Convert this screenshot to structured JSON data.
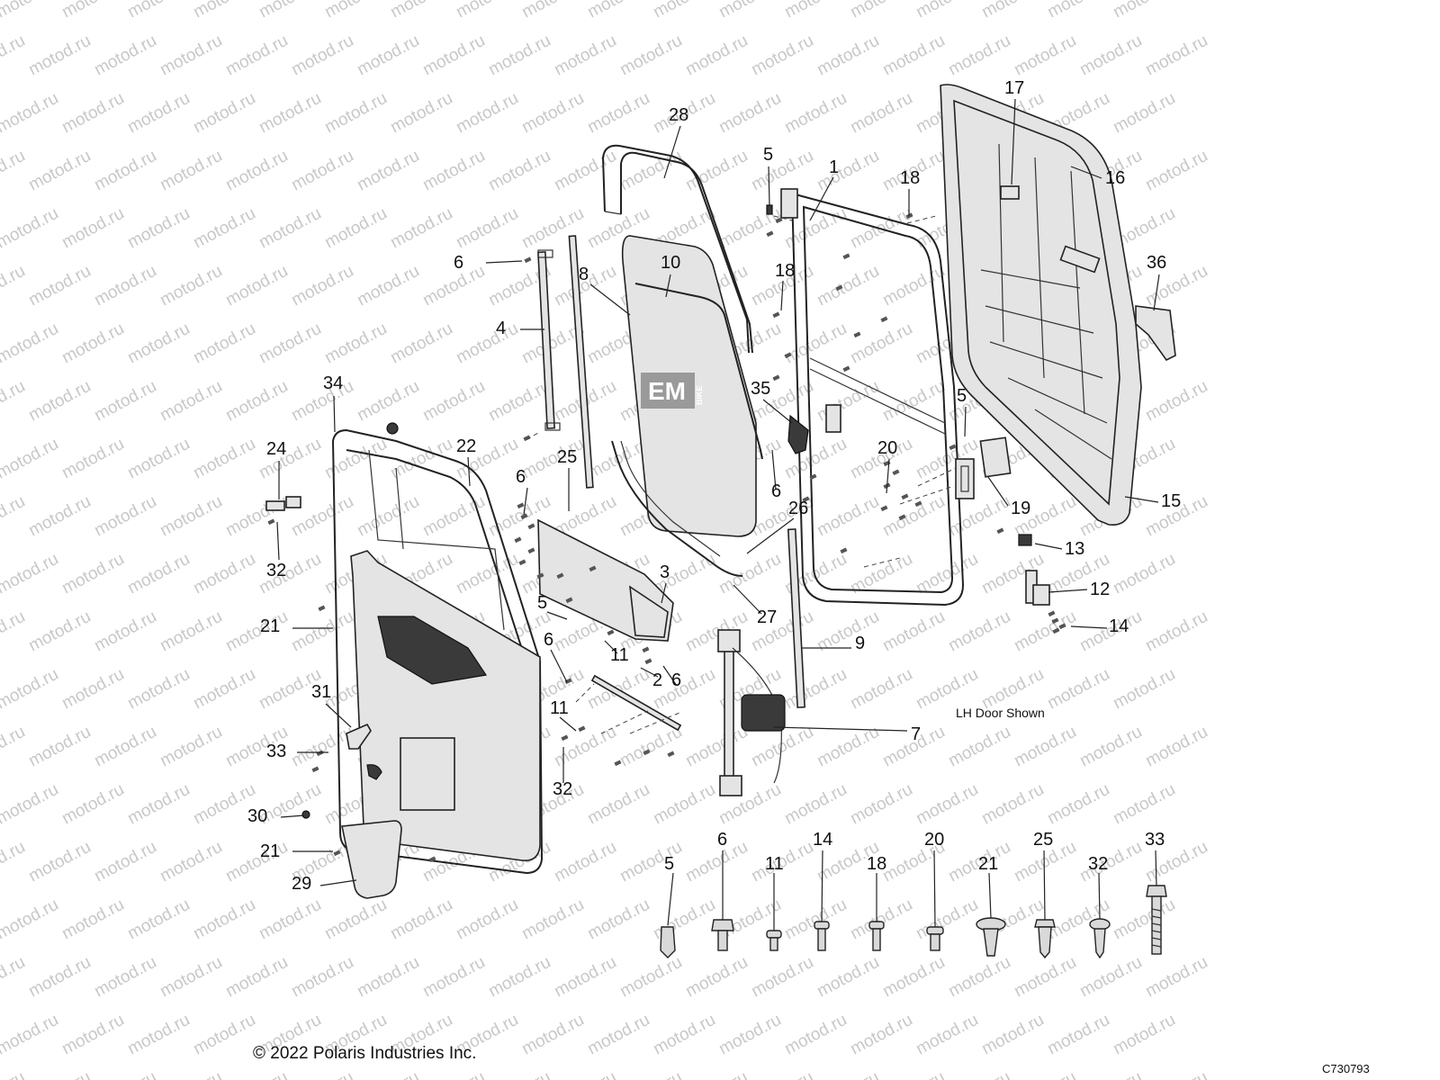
{
  "watermark": {
    "text": "motod.ru"
  },
  "diagram": {
    "note": "LH Door Shown",
    "copyright": "© 2022 Polaris Industries Inc.",
    "code": "C730793",
    "logo": {
      "text": "EM",
      "side_text": "BIKE"
    }
  },
  "callouts": [
    {
      "id": "28",
      "label": "28"
    },
    {
      "id": "5a",
      "label": "5"
    },
    {
      "id": "1",
      "label": "1"
    },
    {
      "id": "17",
      "label": "17"
    },
    {
      "id": "18a",
      "label": "18"
    },
    {
      "id": "16",
      "label": "16"
    },
    {
      "id": "6a",
      "label": "6"
    },
    {
      "id": "10",
      "label": "10"
    },
    {
      "id": "8",
      "label": "8"
    },
    {
      "id": "18b",
      "label": "18"
    },
    {
      "id": "36",
      "label": "36"
    },
    {
      "id": "4",
      "label": "4"
    },
    {
      "id": "34",
      "label": "34"
    },
    {
      "id": "35",
      "label": "35"
    },
    {
      "id": "5b",
      "label": "5"
    },
    {
      "id": "24",
      "label": "24"
    },
    {
      "id": "22",
      "label": "22"
    },
    {
      "id": "25a",
      "label": "25"
    },
    {
      "id": "20a",
      "label": "20"
    },
    {
      "id": "6b",
      "label": "6"
    },
    {
      "id": "6c",
      "label": "6"
    },
    {
      "id": "19",
      "label": "19"
    },
    {
      "id": "15",
      "label": "15"
    },
    {
      "id": "26",
      "label": "26"
    },
    {
      "id": "32a",
      "label": "32"
    },
    {
      "id": "13",
      "label": "13"
    },
    {
      "id": "3",
      "label": "3"
    },
    {
      "id": "12",
      "label": "12"
    },
    {
      "id": "21a",
      "label": "21"
    },
    {
      "id": "5c",
      "label": "5"
    },
    {
      "id": "27",
      "label": "27"
    },
    {
      "id": "14a",
      "label": "14"
    },
    {
      "id": "6d",
      "label": "6"
    },
    {
      "id": "11a",
      "label": "11"
    },
    {
      "id": "9",
      "label": "9"
    },
    {
      "id": "2",
      "label": "2"
    },
    {
      "id": "6e",
      "label": "6"
    },
    {
      "id": "31",
      "label": "31"
    },
    {
      "id": "11b",
      "label": "11"
    },
    {
      "id": "7",
      "label": "7"
    },
    {
      "id": "33a",
      "label": "33"
    },
    {
      "id": "32b",
      "label": "32"
    },
    {
      "id": "30",
      "label": "30"
    },
    {
      "id": "21b",
      "label": "21"
    },
    {
      "id": "29",
      "label": "29"
    }
  ],
  "fastener_legend": [
    {
      "id": "5",
      "label": "5"
    },
    {
      "id": "6",
      "label": "6"
    },
    {
      "id": "11",
      "label": "11"
    },
    {
      "id": "14",
      "label": "14"
    },
    {
      "id": "18",
      "label": "18"
    },
    {
      "id": "20",
      "label": "20"
    },
    {
      "id": "21",
      "label": "21"
    },
    {
      "id": "25",
      "label": "25"
    },
    {
      "id": "32",
      "label": "32"
    },
    {
      "id": "33",
      "label": "33"
    }
  ]
}
